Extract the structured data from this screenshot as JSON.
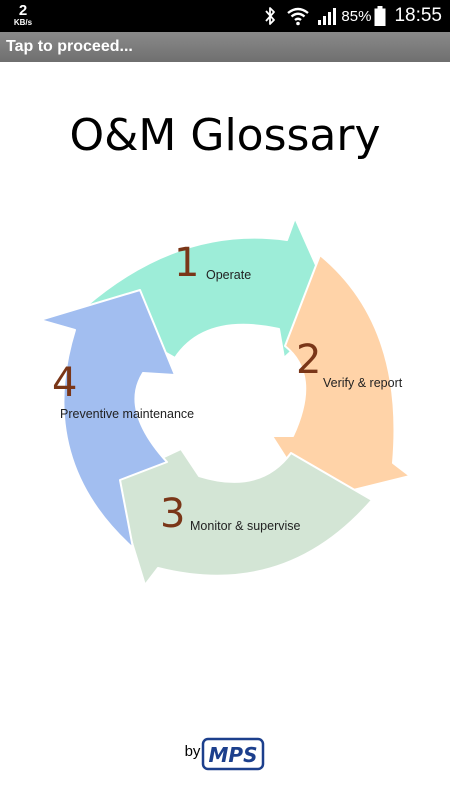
{
  "status_bar": {
    "net_speed_value": "2",
    "net_speed_unit": "KB/s",
    "battery_percent": "85%",
    "time": "18:55"
  },
  "toast": {
    "text": "Tap to proceed..."
  },
  "title": "O&M Glossary",
  "cycle": {
    "steps": [
      {
        "number": "1",
        "label": "Operate",
        "color": "#9dedd8"
      },
      {
        "number": "2",
        "label": "Verify & report",
        "color": "#ffd3a8"
      },
      {
        "number": "3",
        "label": "Monitor & supervise",
        "color": "#d3e5d5"
      },
      {
        "number": "4",
        "label": "Preventive maintenance",
        "color": "#a2bef0"
      }
    ],
    "number_color": "#7a3618"
  },
  "footer": {
    "by_text": "by",
    "brand_logo": "MPS",
    "brand_color": "#1c3f8c"
  }
}
